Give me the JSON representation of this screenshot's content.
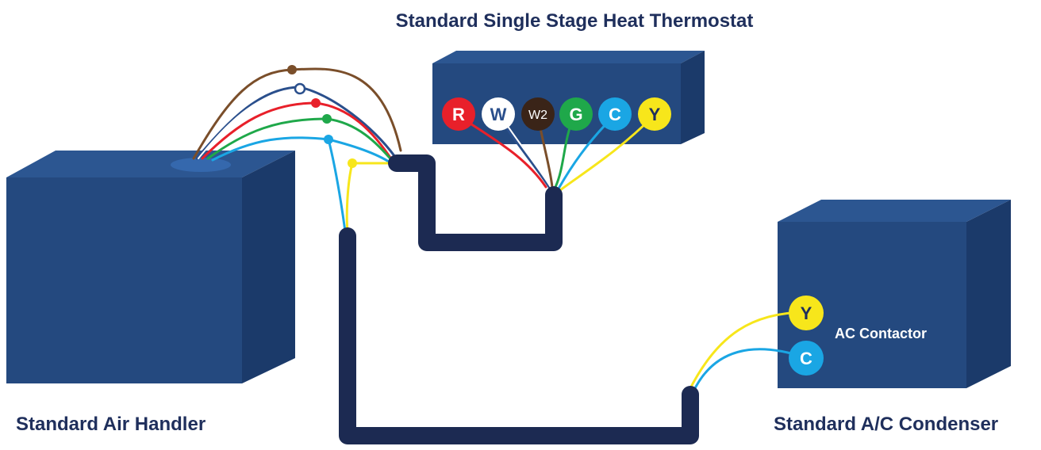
{
  "labels": {
    "thermostat_title": "Standard Single Stage Heat Thermostat",
    "air_handler": "Standard Air Handler",
    "condenser": "Standard A/C Condenser",
    "contactor": "AC Contactor"
  },
  "thermostat_terminals": [
    {
      "label": "R",
      "color": "#e8202a",
      "text_color": "#ffffff"
    },
    {
      "label": "W",
      "color": "#ffffff",
      "text_color": "#2a4f8c"
    },
    {
      "label": "W2",
      "color": "#3a2418",
      "text_color": "#ffffff"
    },
    {
      "label": "G",
      "color": "#1fa84a",
      "text_color": "#ffffff"
    },
    {
      "label": "C",
      "color": "#1aa6e4",
      "text_color": "#ffffff"
    },
    {
      "label": "Y",
      "color": "#f7e61b",
      "text_color": "#1f2f5c"
    }
  ],
  "contactor_terminals": [
    {
      "label": "Y",
      "color": "#f7e61b",
      "text_color": "#1f2f5c"
    },
    {
      "label": "C",
      "color": "#1aa6e4",
      "text_color": "#ffffff"
    }
  ],
  "colors": {
    "box_front": "#24497f",
    "box_top": "#2c5691",
    "box_side": "#1b3a6a",
    "conduit": "#1c2a52",
    "label_text": "#1f2f5c",
    "wire_brown": "#7a4e2a"
  }
}
